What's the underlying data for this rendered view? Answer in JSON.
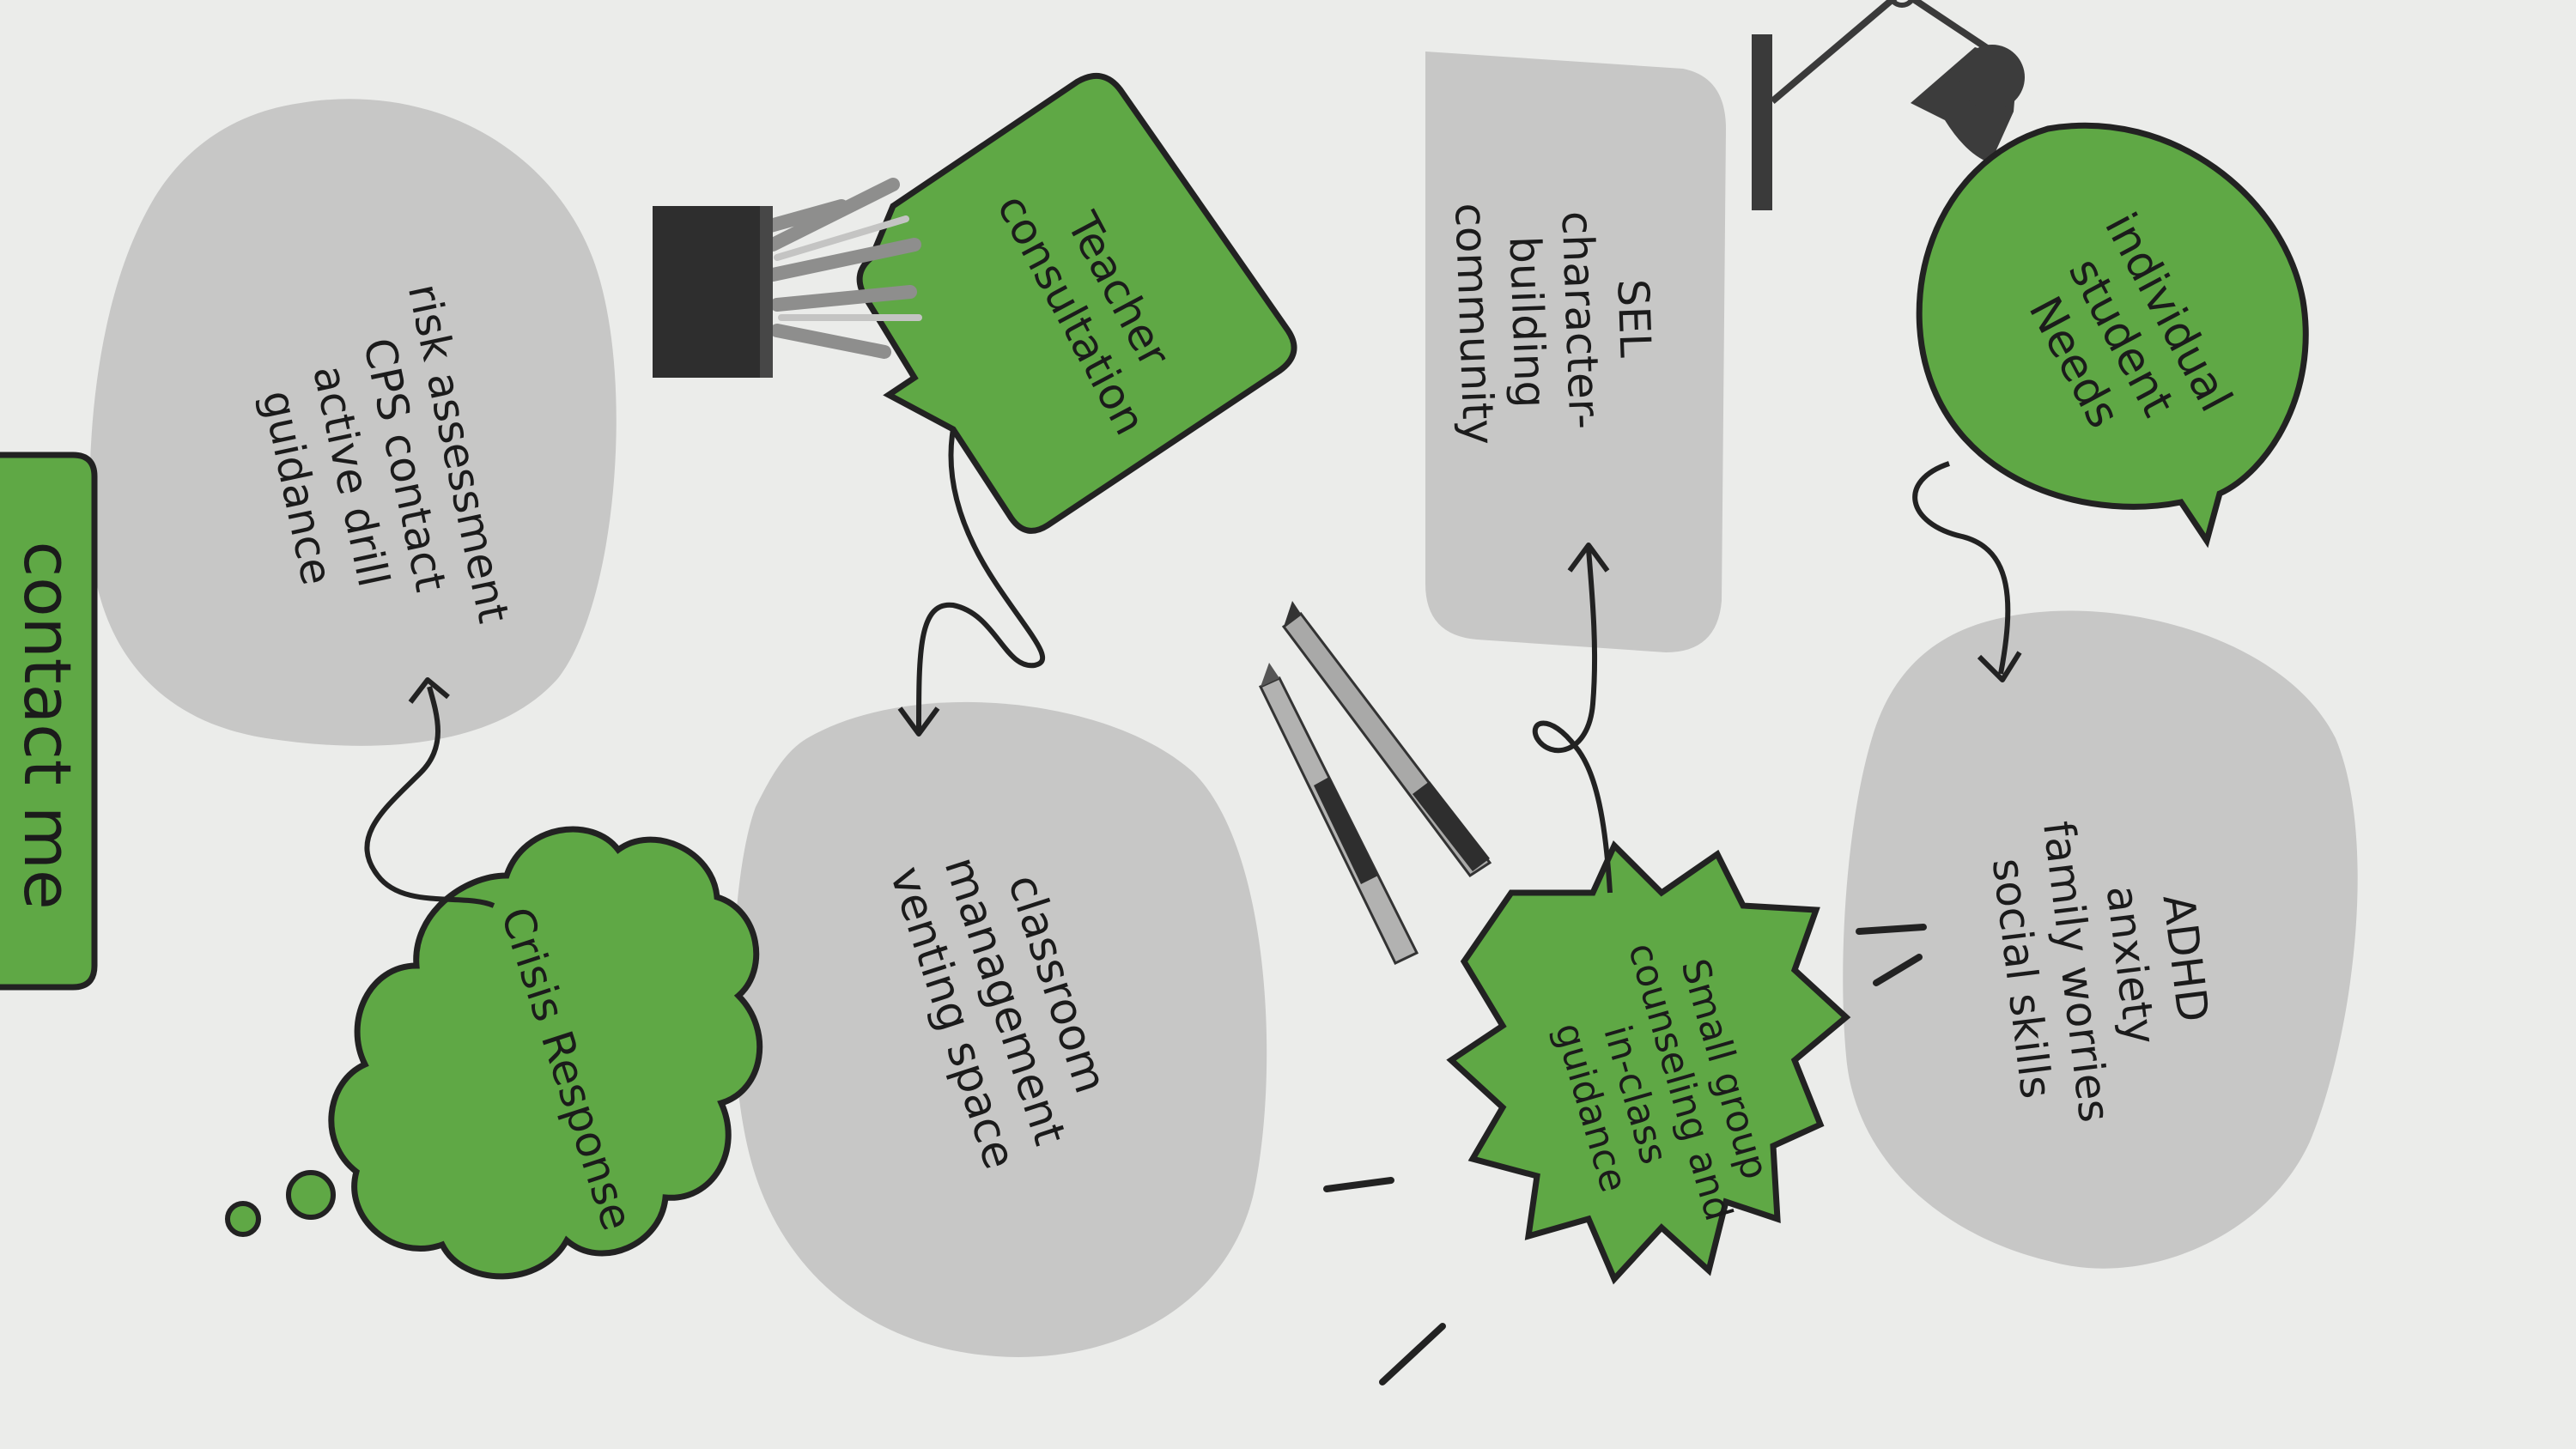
{
  "colors": {
    "green": "#5fa845",
    "gray": "#c7c7c6",
    "ink": "#222222",
    "paper": "#ecedeb"
  },
  "nodes": {
    "individual_needs": [
      "individual",
      "student",
      "Needs"
    ],
    "adhd_list": [
      "ADHD",
      "anxiety",
      "family worries",
      "social skills"
    ],
    "sel": [
      "SEL",
      "character-",
      "building",
      "community"
    ],
    "small_group": [
      "Small group",
      "counseling and",
      "in-class",
      "guidance"
    ],
    "teacher_consultation": [
      "Teacher",
      "consultation"
    ],
    "classroom": [
      "classroom",
      "management",
      "venting space"
    ],
    "risk": [
      "risk assessment",
      "CPS contact",
      "active drill",
      "guidance"
    ],
    "crisis": [
      "Crisis Response"
    ],
    "contact_button": "contact me"
  },
  "icons": [
    "desk-lamp-icon",
    "potted-plant-icon",
    "pen-icon",
    "pencil-icon"
  ]
}
